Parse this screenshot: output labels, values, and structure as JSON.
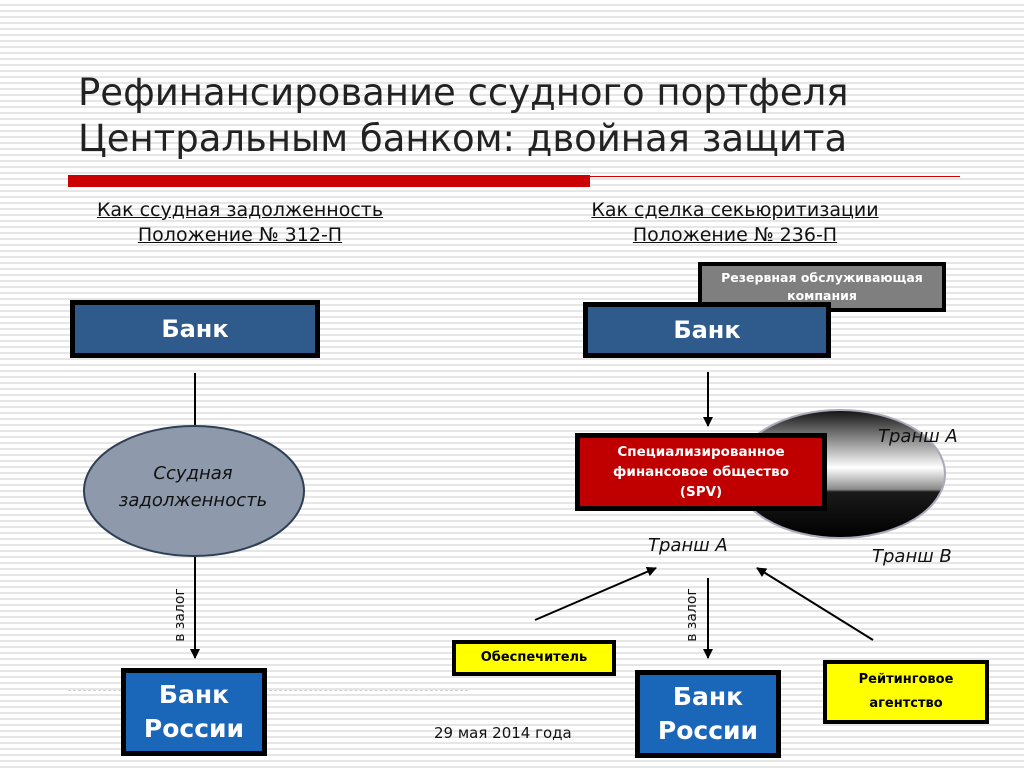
{
  "title_line1": "Рефинансирование ссудного портфеля",
  "title_line2": "Центральным банком: двойная защита",
  "left": {
    "heading_line1": "Как ссудная задолженность",
    "heading_line2": "Положение № 312-П",
    "bank": "Банк",
    "loan_line1": "Ссудная",
    "loan_line2": "задолженность",
    "pledge": "в залог",
    "cb_line1": "Банк",
    "cb_line2": "России"
  },
  "right": {
    "heading_line1": "Как сделка секьюритизации",
    "heading_line2": "Положение № 236-П",
    "reserve_line1": "Резервная обслуживающая",
    "reserve_line2": "компания",
    "bank": "Банк",
    "spv_line1": "Специализированное",
    "spv_line2": "финансовое общество",
    "spv_line3": "(SPV)",
    "tranche_a_top": "Транш А",
    "tranche_b": "Транш В",
    "tranche_a_mid": "Транш А",
    "guarantor": "Обеспечитель",
    "pledge": "в залог",
    "cb_line1": "Банк",
    "cb_line2": "России",
    "rating_line1": "Рейтинговое",
    "rating_line2": "агентство"
  },
  "date": "29 мая 2014 года",
  "colors": {
    "accent_red": "#cc0000",
    "bank_blue": "#2e5a8c",
    "cb_blue": "#1a66b8",
    "spv_red": "#c00000",
    "label_yellow": "#ffff00",
    "reserve_gray": "#7f7f7f",
    "loan_ellipse": "#8e9aab"
  }
}
